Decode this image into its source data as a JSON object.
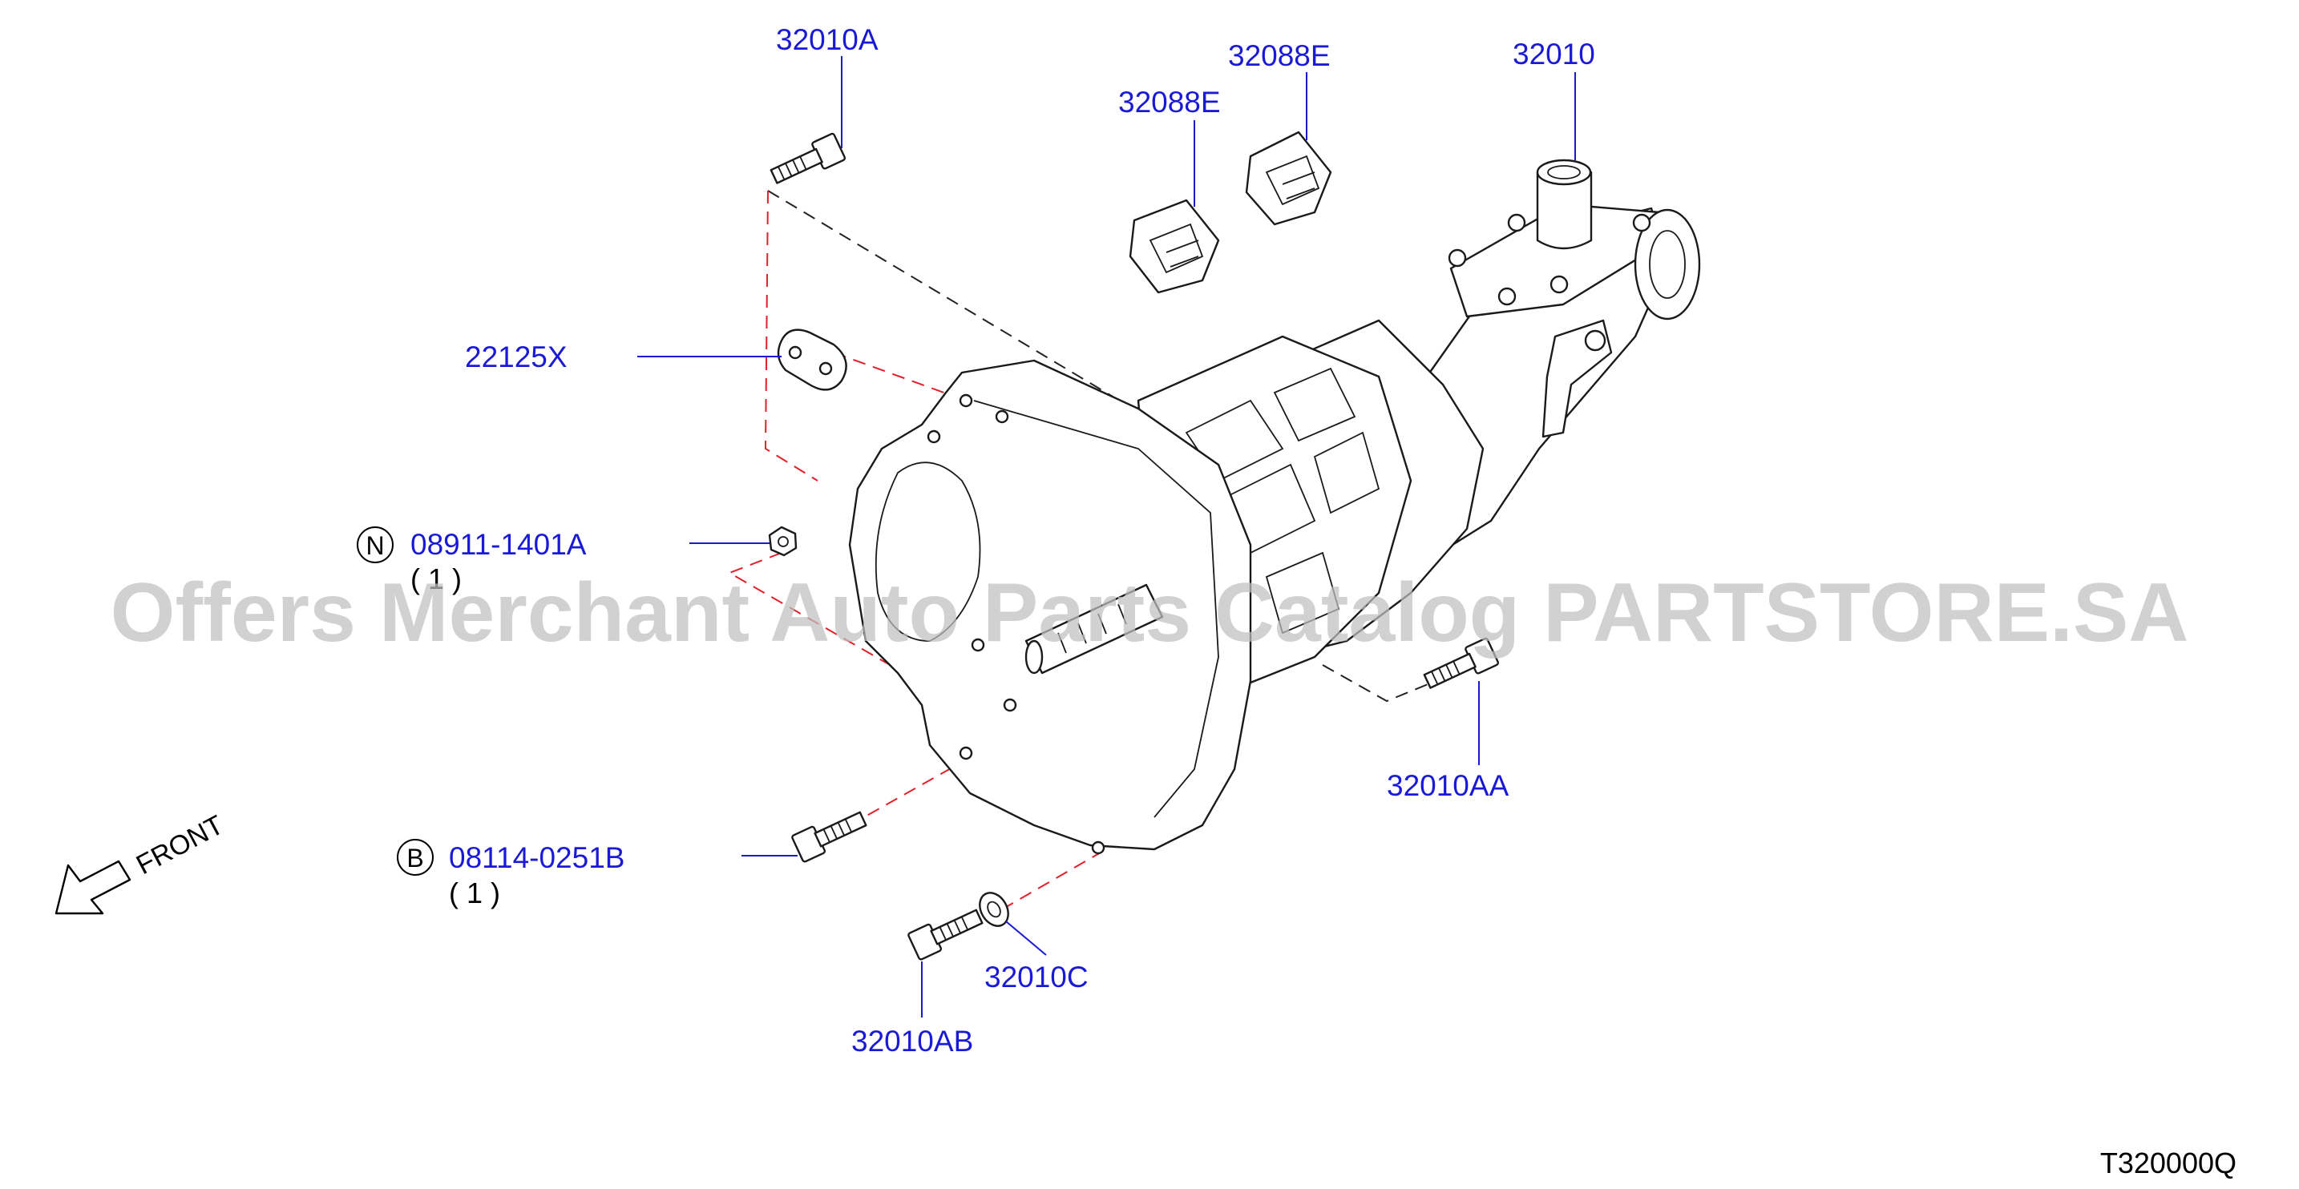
{
  "callouts": {
    "c32010A": "32010A",
    "c32088E_upper": "32088E",
    "c32088E_lower": "32088E",
    "c32010": "32010",
    "c22125X": "22125X",
    "c08911": "08911-1401A",
    "c08911_qty": "( 1 )",
    "c08911_badge": "N",
    "c32010AA": "32010AA",
    "c08114": "08114-0251B",
    "c08114_qty": "( 1 )",
    "c08114_badge": "B",
    "c32010C": "32010C",
    "c32010AB": "32010AB"
  },
  "front_label": "FRONT",
  "watermark": "Offers Merchant Auto Parts Catalog PARTSTORE.SA",
  "diagram_code": "T320000Q",
  "colors": {
    "callout": "#1a1ad6",
    "dash_red": "#e0202a",
    "watermark": "#bfbfbf"
  }
}
